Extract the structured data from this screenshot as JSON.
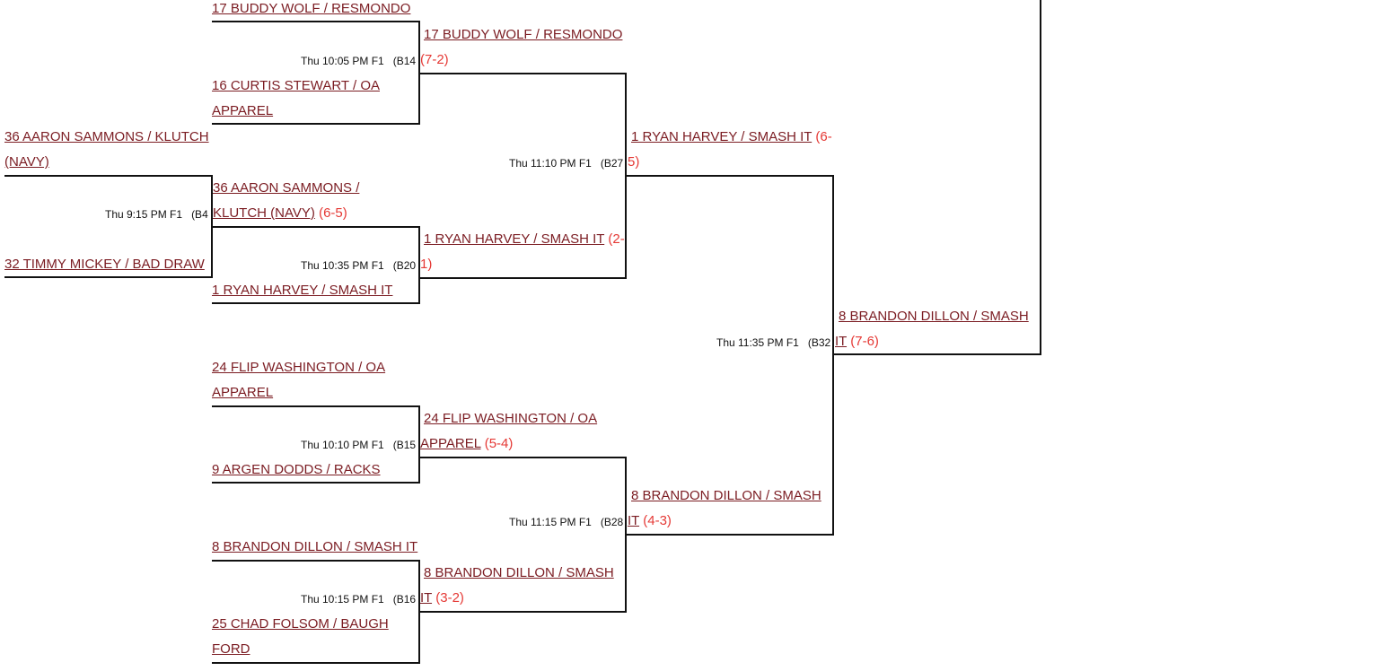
{
  "bracket": {
    "round1": {
      "b4": {
        "team_a": "36 AARON SAMMONS / KLUTCH (NAVY)",
        "team_b": "32 TIMMY MICKEY / BAD DRAW",
        "time": "Thu 9:15 PM F1",
        "id": "(B4"
      }
    },
    "round2": {
      "b14": {
        "team_a": "17 BUDDY WOLF / RESMONDO",
        "team_b": "16 CURTIS STEWART / OA APPAREL",
        "time": "Thu 10:05 PM F1",
        "id": "(B14"
      },
      "b20": {
        "team_a": "36 AARON SAMMONS / KLUTCH (NAVY)",
        "score_a": "(6-5)",
        "team_b": "1 RYAN HARVEY / SMASH IT",
        "time": "Thu 10:35 PM F1",
        "id": "(B20"
      },
      "b15": {
        "team_a": "24 FLIP WASHINGTON / OA APPAREL",
        "team_b": "9 ARGEN DODDS / RACKS",
        "time": "Thu 10:10 PM F1",
        "id": "(B15"
      },
      "b16": {
        "team_a": "8 BRANDON DILLON / SMASH IT",
        "team_b": "25 CHAD FOLSOM / BAUGH FORD",
        "time": "Thu 10:15 PM F1",
        "id": "(B16"
      }
    },
    "round3": {
      "b27": {
        "team_a": "17 BUDDY WOLF / RESMONDO",
        "score_a": "(7-2)",
        "team_b": "1 RYAN HARVEY / SMASH IT",
        "score_b": "(2-1)",
        "time": "Thu 11:10 PM F1",
        "id": "(B27"
      },
      "b28": {
        "team_a": "24 FLIP WASHINGTON / OA APPAREL",
        "score_a": "(5-4)",
        "team_b": "8 BRANDON DILLON / SMASH IT",
        "score_b": "(3-2)",
        "time": "Thu 11:15 PM F1",
        "id": "(B28"
      }
    },
    "round4": {
      "b32": {
        "team_a": "1 RYAN HARVEY / SMASH IT",
        "score_a": "(6-5)",
        "team_b": "8 BRANDON DILLON / SMASH IT",
        "score_b": "(4-3)",
        "time": "Thu 11:35 PM F1",
        "id": "(B32"
      }
    },
    "round5": {
      "winner": "8 BRANDON DILLON / SMASH IT",
      "score": "(7-6)"
    }
  }
}
